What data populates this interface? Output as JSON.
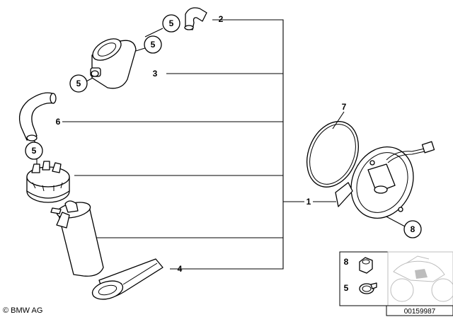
{
  "callouts": {
    "c1": "1",
    "c2": "2",
    "c3": "3",
    "c4": "4",
    "c5a": "5",
    "c5b": "5",
    "c5c": "5",
    "c5d": "5",
    "c6": "6",
    "c7": "7",
    "c8": "8"
  },
  "legend": {
    "item8": "8",
    "item5": "5"
  },
  "footer": {
    "copyright": "© BMW AG",
    "diagram_number": "00159987"
  }
}
